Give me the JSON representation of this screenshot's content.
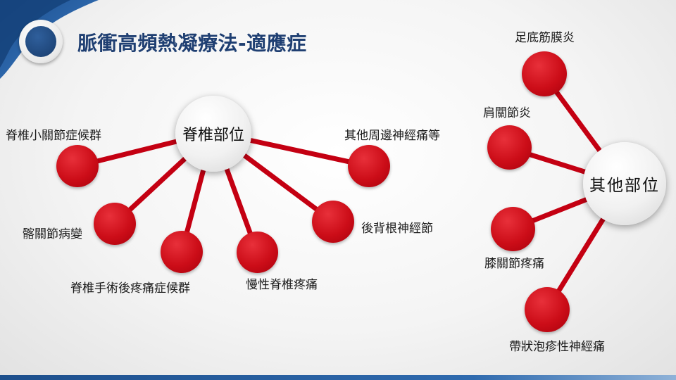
{
  "slide": {
    "title": "脈衝高頻熱凝療法-適應症"
  },
  "spine": {
    "hub": "脊椎部位",
    "items": [
      {
        "label": "脊椎小關節症候群"
      },
      {
        "label": "髂關節病變"
      },
      {
        "label": "脊椎手術後疼痛症候群"
      },
      {
        "label": "慢性脊椎疼痛"
      },
      {
        "label": "後背根神經節"
      },
      {
        "label": "其他周邊神經痛等"
      }
    ]
  },
  "other": {
    "hub": "其他部位",
    "items": [
      {
        "label": "足底筋膜炎"
      },
      {
        "label": "肩關節炎"
      },
      {
        "label": "膝關節疼痛"
      },
      {
        "label": "帶狀泡疹性神經痛"
      }
    ]
  },
  "colors": {
    "title": "#1f3f72",
    "node": "#cc0d18",
    "connector": "#c40012",
    "accent": "#1f477b"
  }
}
